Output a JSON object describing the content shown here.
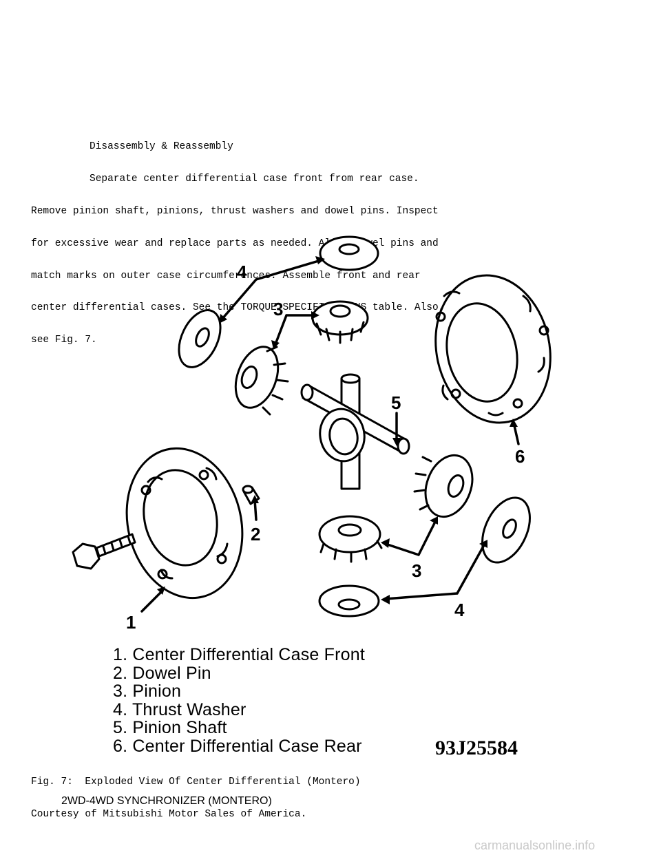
{
  "section": {
    "heading": "Disassembly & Reassembly",
    "lines": [
      "Separate center differential case front from rear case.",
      "Remove pinion shaft, pinions, thrust washers and dowel pins. Inspect",
      "for excessive wear and replace parts as needed. Align dowel pins and",
      "match marks on outer case circumferences. Assemble front and rear",
      "center differential cases. See the TORQUE SPECIFICATIONS table. Also,",
      "see Fig. 7."
    ]
  },
  "figure": {
    "callouts": [
      "4",
      "3",
      "5",
      "6",
      "2",
      "1",
      "3",
      "4"
    ],
    "legend": [
      "1. Center Differential Case Front",
      "2. Dowel Pin",
      "3. Pinion",
      "4. Thrust Washer",
      "5. Pinion Shaft",
      "6. Center Differential Case Rear"
    ],
    "id": "93J25584",
    "caption_lines": [
      "Fig. 7:  Exploded View Of Center Differential (Montero)",
      "Courtesy of Mitsubishi Motor Sales of America."
    ]
  },
  "footer": "2WD-4WD SYNCHRONIZER (MONTERO)",
  "watermark": "carmanualsonline.info"
}
